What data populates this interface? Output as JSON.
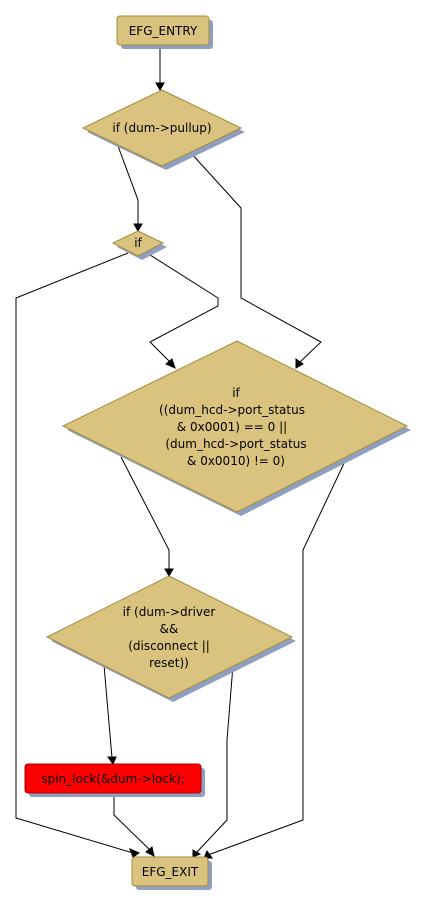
{
  "nodes": {
    "entry": {
      "label": "EFG_ENTRY"
    },
    "if_pullup": {
      "label": "if (dum->pullup)"
    },
    "if_small": {
      "label": "if"
    },
    "if_port_status": {
      "lines": [
        "if",
        "((dum_hcd->port_status",
        "& 0x0001) == 0 ||",
        "(dum_hcd->port_status",
        "& 0x0010) != 0)"
      ]
    },
    "if_driver": {
      "lines": [
        "if (dum->driver",
        "&&",
        "(disconnect ||",
        "reset))"
      ]
    },
    "spin_lock": {
      "label": "spin_lock(&dum->lock);"
    },
    "exit": {
      "label": "EFG_EXIT"
    }
  },
  "colors": {
    "node_fill": "#d9c37e",
    "node_stroke": "#a38b3c",
    "highlight_fill": "#ff0000",
    "highlight_stroke": "#b30000",
    "shadow": "#8f9fbf",
    "edge": "#000000"
  }
}
